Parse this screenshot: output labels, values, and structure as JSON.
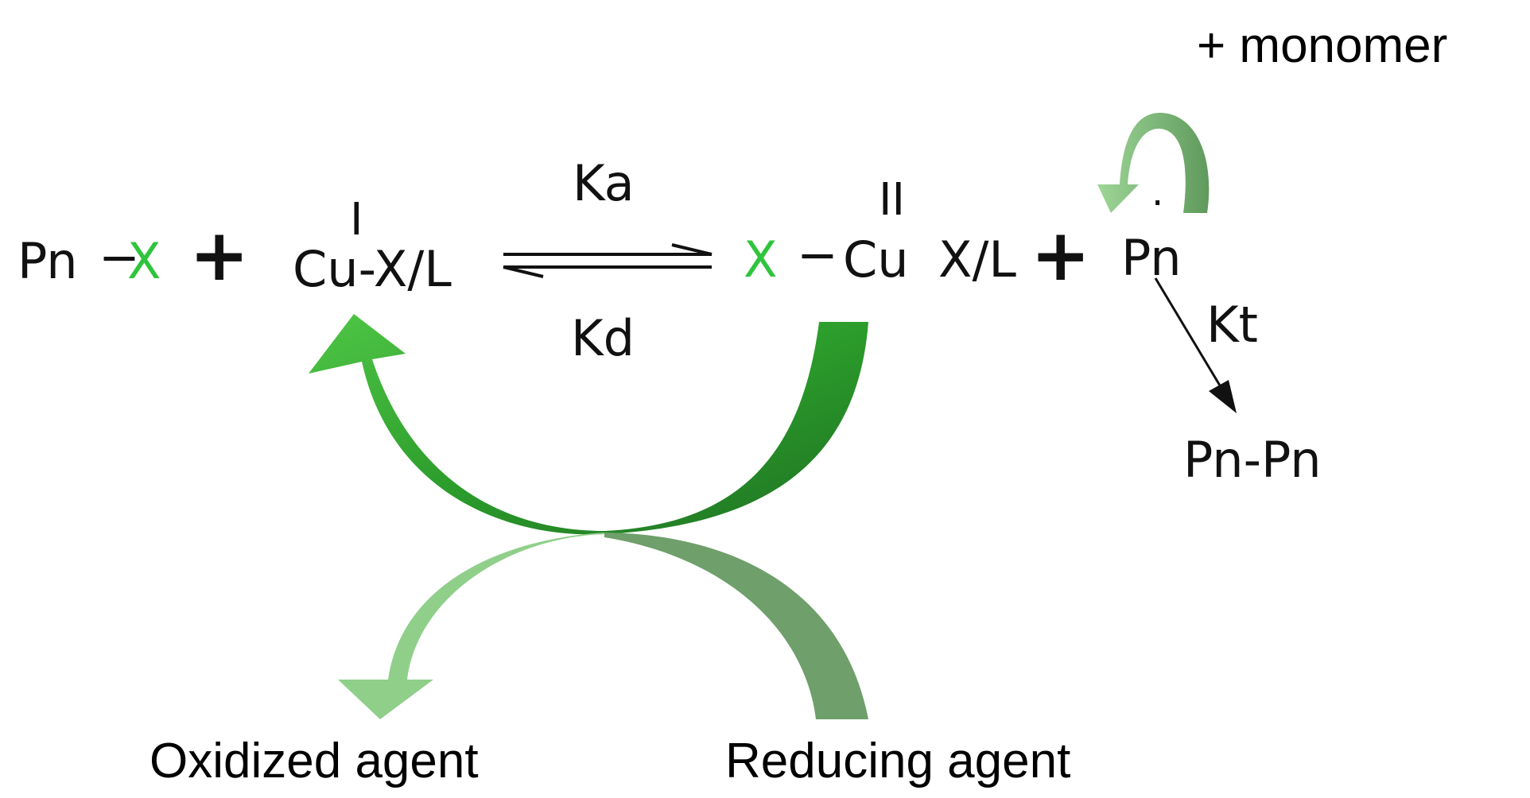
{
  "reaction": {
    "left_species": {
      "prefix": "Pn",
      "bond": "−",
      "atom": "X"
    },
    "plus_left": "+",
    "cu1": {
      "oxidation": "I",
      "formula": "Cu-X/L"
    },
    "forward_constant": "Ka",
    "reverse_constant": "Kd",
    "right_species": {
      "atom": "X",
      "bond": "−",
      "metal": "Cu",
      "oxidation": "II",
      "ligand": "X/L"
    },
    "plus_right": "+",
    "radical": {
      "dot": "·",
      "label": "Pn"
    },
    "propagation": "+ monomer",
    "termination_constant": "Kt",
    "termination_product": "Pn-Pn"
  },
  "cycle": {
    "oxidized_label": "Oxidized agent",
    "reducing_label": "Reducing agent"
  },
  "colors": {
    "halogen": "#2fc43c",
    "arrow_dark": "#1f7a22",
    "arrow_bright": "#3db83a",
    "arrow_light": "#8fd08a",
    "arrow_muted": "#6b9e68"
  }
}
